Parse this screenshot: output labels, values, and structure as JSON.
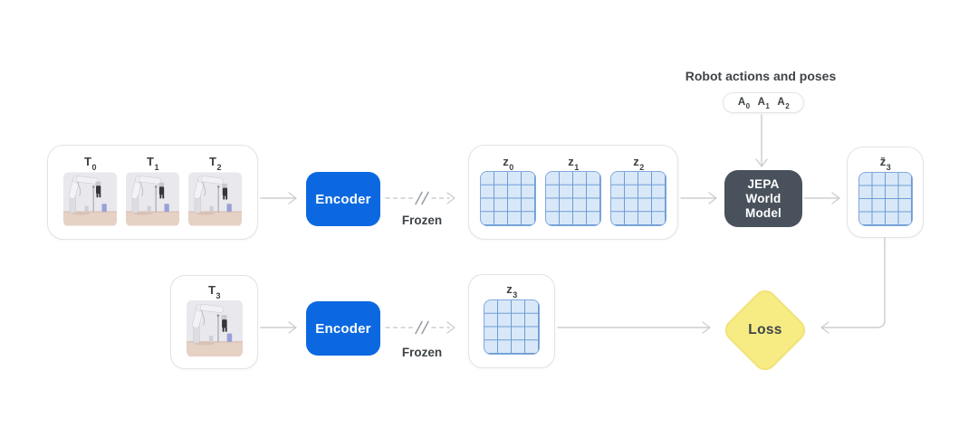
{
  "labels": {
    "encoder": "Encoder",
    "frozen": "Frozen",
    "loss": "Loss",
    "world_model_lines": [
      "JEPA",
      "World",
      "Model"
    ],
    "actions_title": "Robot actions and poses"
  },
  "tokens": {
    "frames_top": [
      {
        "base": "T",
        "sub": "0"
      },
      {
        "base": "T",
        "sub": "1"
      },
      {
        "base": "T",
        "sub": "2"
      }
    ],
    "frame_bottom": {
      "base": "T",
      "sub": "3"
    },
    "latents_top": [
      {
        "base": "z",
        "sub": "0"
      },
      {
        "base": "z",
        "sub": "1"
      },
      {
        "base": "z",
        "sub": "2"
      }
    ],
    "latent_bottom": {
      "base": "z",
      "sub": "3"
    },
    "prediction": {
      "base": "z̃",
      "sub": "3"
    },
    "actions": [
      {
        "base": "A",
        "sub": "0"
      },
      {
        "base": "A",
        "sub": "1"
      },
      {
        "base": "A",
        "sub": "2"
      }
    ]
  },
  "icons": {
    "robot_frame": "robot-arm-photo",
    "feature_grid": "feature-grid-icon",
    "frozen_slash": "frozen-slash-icon"
  },
  "colors": {
    "encoder_blue": "#0B68E1",
    "world_model_dark": "#49525C",
    "grid_fill": "#D9E8F8",
    "grid_line": "#6D9CD4",
    "loss_yellow": "#F6EC83",
    "arrow_gray": "#CBCED1",
    "text_dark": "#3F4449"
  }
}
